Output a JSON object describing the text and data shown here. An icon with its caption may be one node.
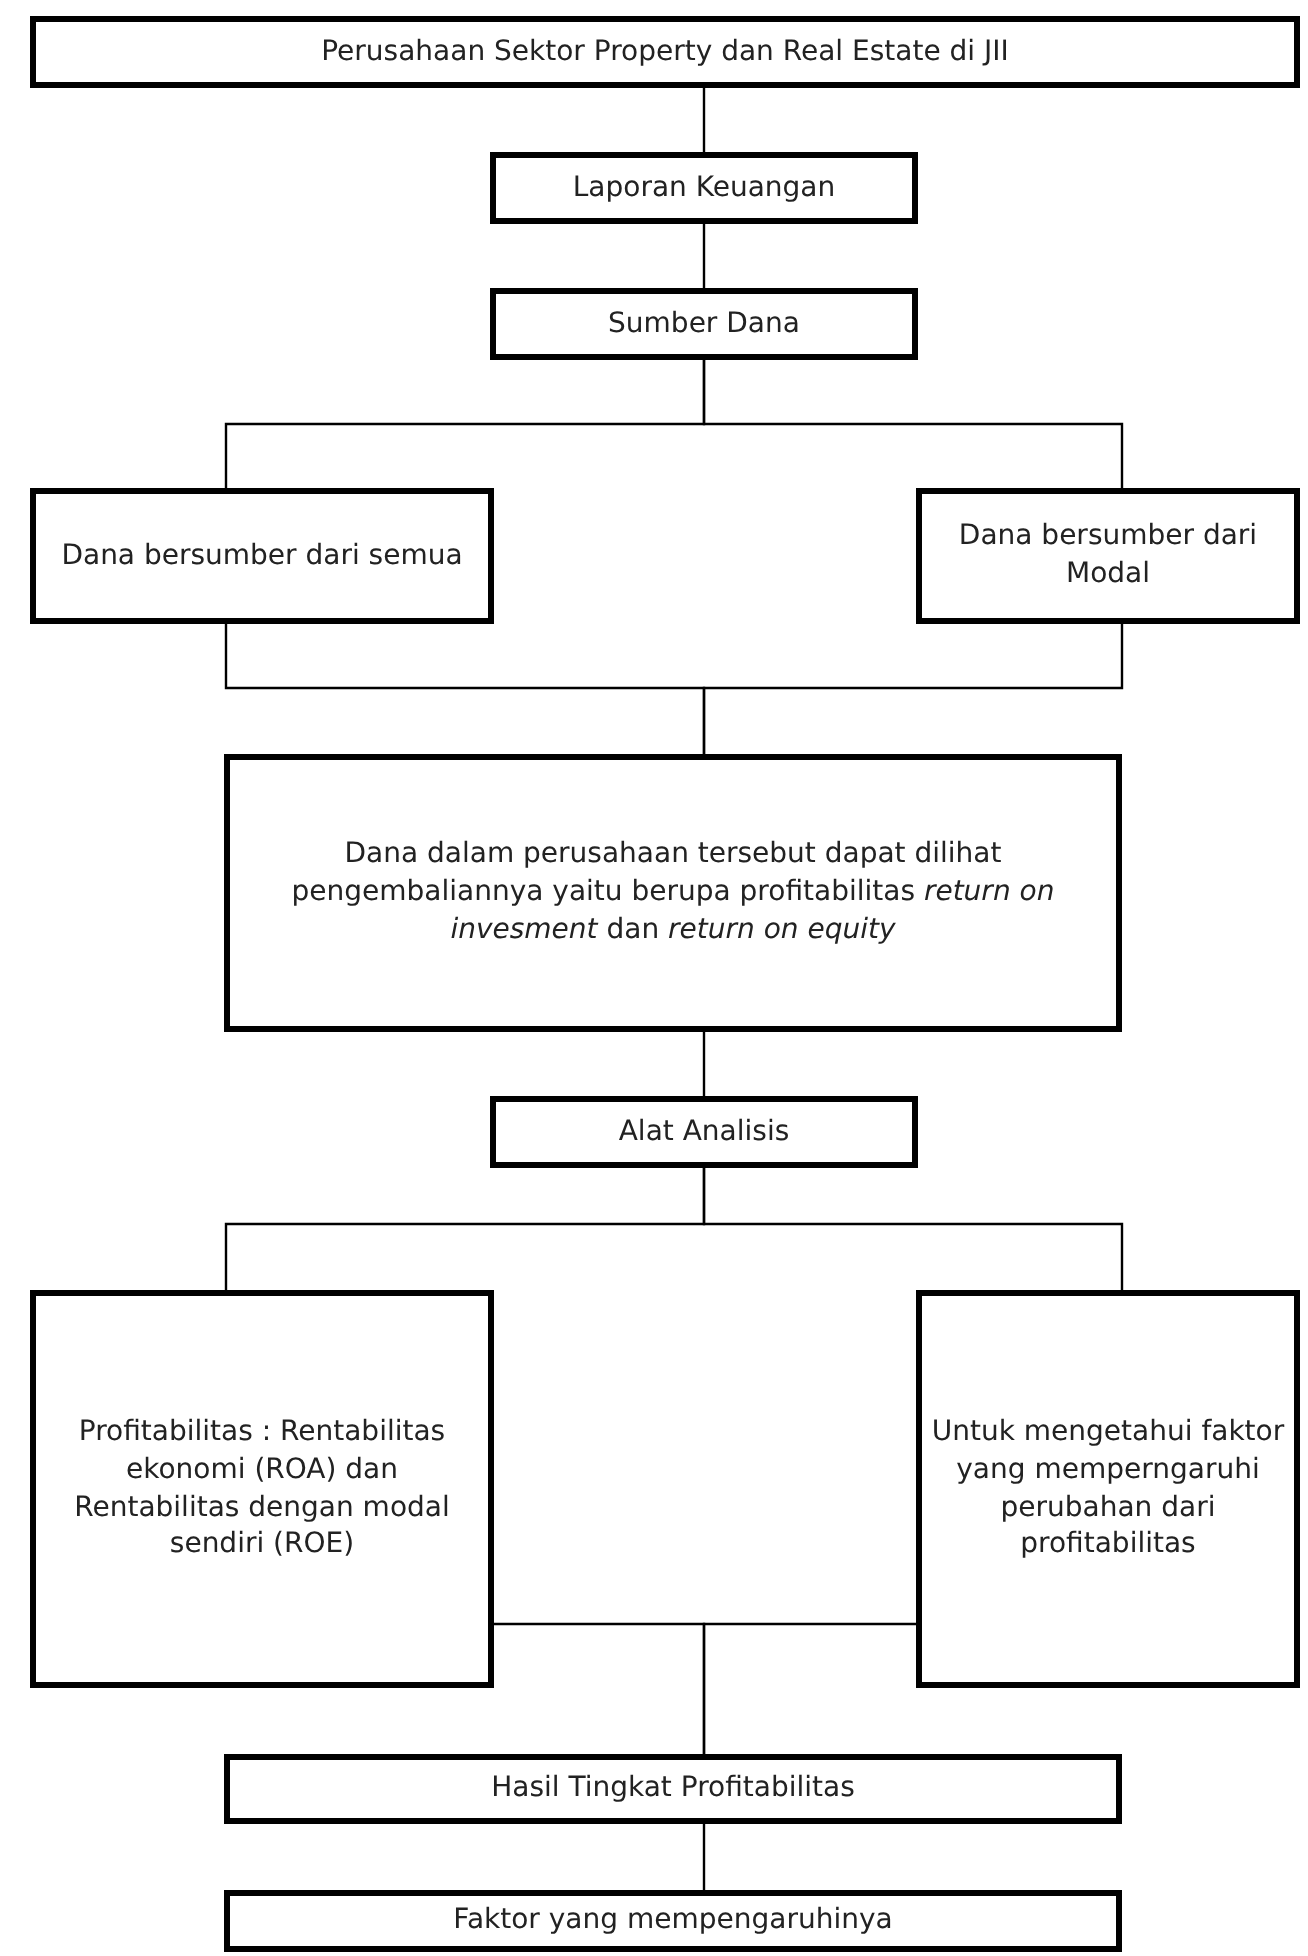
{
  "diagram": {
    "nodes": [
      {
        "text": [
          "Perusahaan Sektor Property dan Real Estate di JII"
        ]
      },
      {
        "text": [
          "Laporan Keuangan"
        ]
      },
      {
        "text": [
          "Sumber Dana"
        ]
      },
      {
        "text": [
          "Dana bersumber dari semua"
        ]
      },
      {
        "text": [
          "Dana bersumber dari Modal"
        ]
      },
      {
        "text": [
          "Dana dalam perusahaan tersebut dapat dilihat pengembaliannya yaitu berupa profitabilitas *return on invesment* dan *return on equity*"
        ]
      },
      {
        "text": [
          "Alat Analisis"
        ]
      },
      {
        "text": [
          "Profitabilitas : Rentabilitas ekonomi (ROA) dan Rentabilitas dengan modal sendiri (ROE)"
        ]
      },
      {
        "text": [
          "Untuk mengetahui faktor yang memperngaruhi perubahan dari profitabilitas"
        ]
      },
      {
        "text": [
          "Hasil Tingkat Profitabilitas"
        ]
      },
      {
        "text": [
          "Faktor yang mempengaruhinya"
        ]
      }
    ],
    "edges": [
      {
        "from": 0,
        "to": 1,
        "arrow": "none"
      },
      {
        "from": 1,
        "to": 2,
        "arrow": "none"
      },
      {
        "from": 2,
        "to": 3,
        "arrow": "none"
      },
      {
        "from": 2,
        "to": 4,
        "arrow": "none"
      },
      {
        "from": 3,
        "to": 5,
        "arrow": "none"
      },
      {
        "from": 4,
        "to": 5,
        "arrow": "none"
      },
      {
        "from": 5,
        "to": 6,
        "arrow": "none"
      },
      {
        "from": 6,
        "to": 7,
        "arrow": "none"
      },
      {
        "from": 6,
        "to": 8,
        "arrow": "none"
      },
      {
        "from": 7,
        "to": 9,
        "arrow": "none"
      },
      {
        "from": 8,
        "to": 9,
        "arrow": "none"
      },
      {
        "from": 9,
        "to": 10,
        "arrow": "none"
      }
    ]
  }
}
